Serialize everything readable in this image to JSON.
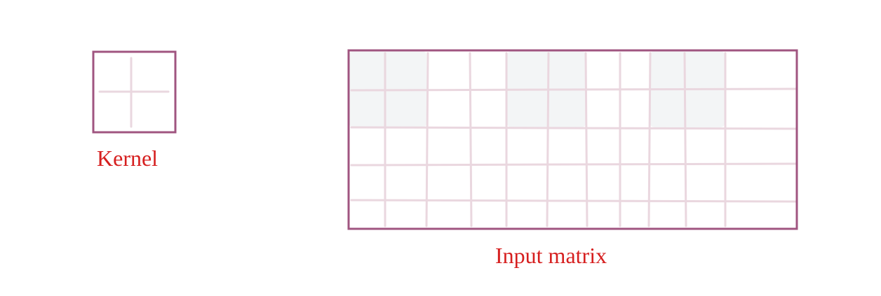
{
  "labels": {
    "kernel": "Kernel",
    "input_matrix": "Input matrix"
  },
  "grid": {
    "rows": 5,
    "cols": 11,
    "highlighted_blocks": [
      {
        "rows": [
          0,
          1
        ],
        "cols": [
          0,
          1
        ]
      },
      {
        "rows": [
          0,
          1
        ],
        "cols": [
          4,
          5
        ]
      },
      {
        "rows": [
          0,
          1
        ],
        "cols": [
          8,
          9
        ]
      }
    ]
  },
  "kernel": {
    "rows": 2,
    "cols": 2
  },
  "colors": {
    "frame": "#a05580",
    "grid_line": "#ead7df",
    "highlight": "#f3f5f6",
    "label": "#d61f1f"
  }
}
